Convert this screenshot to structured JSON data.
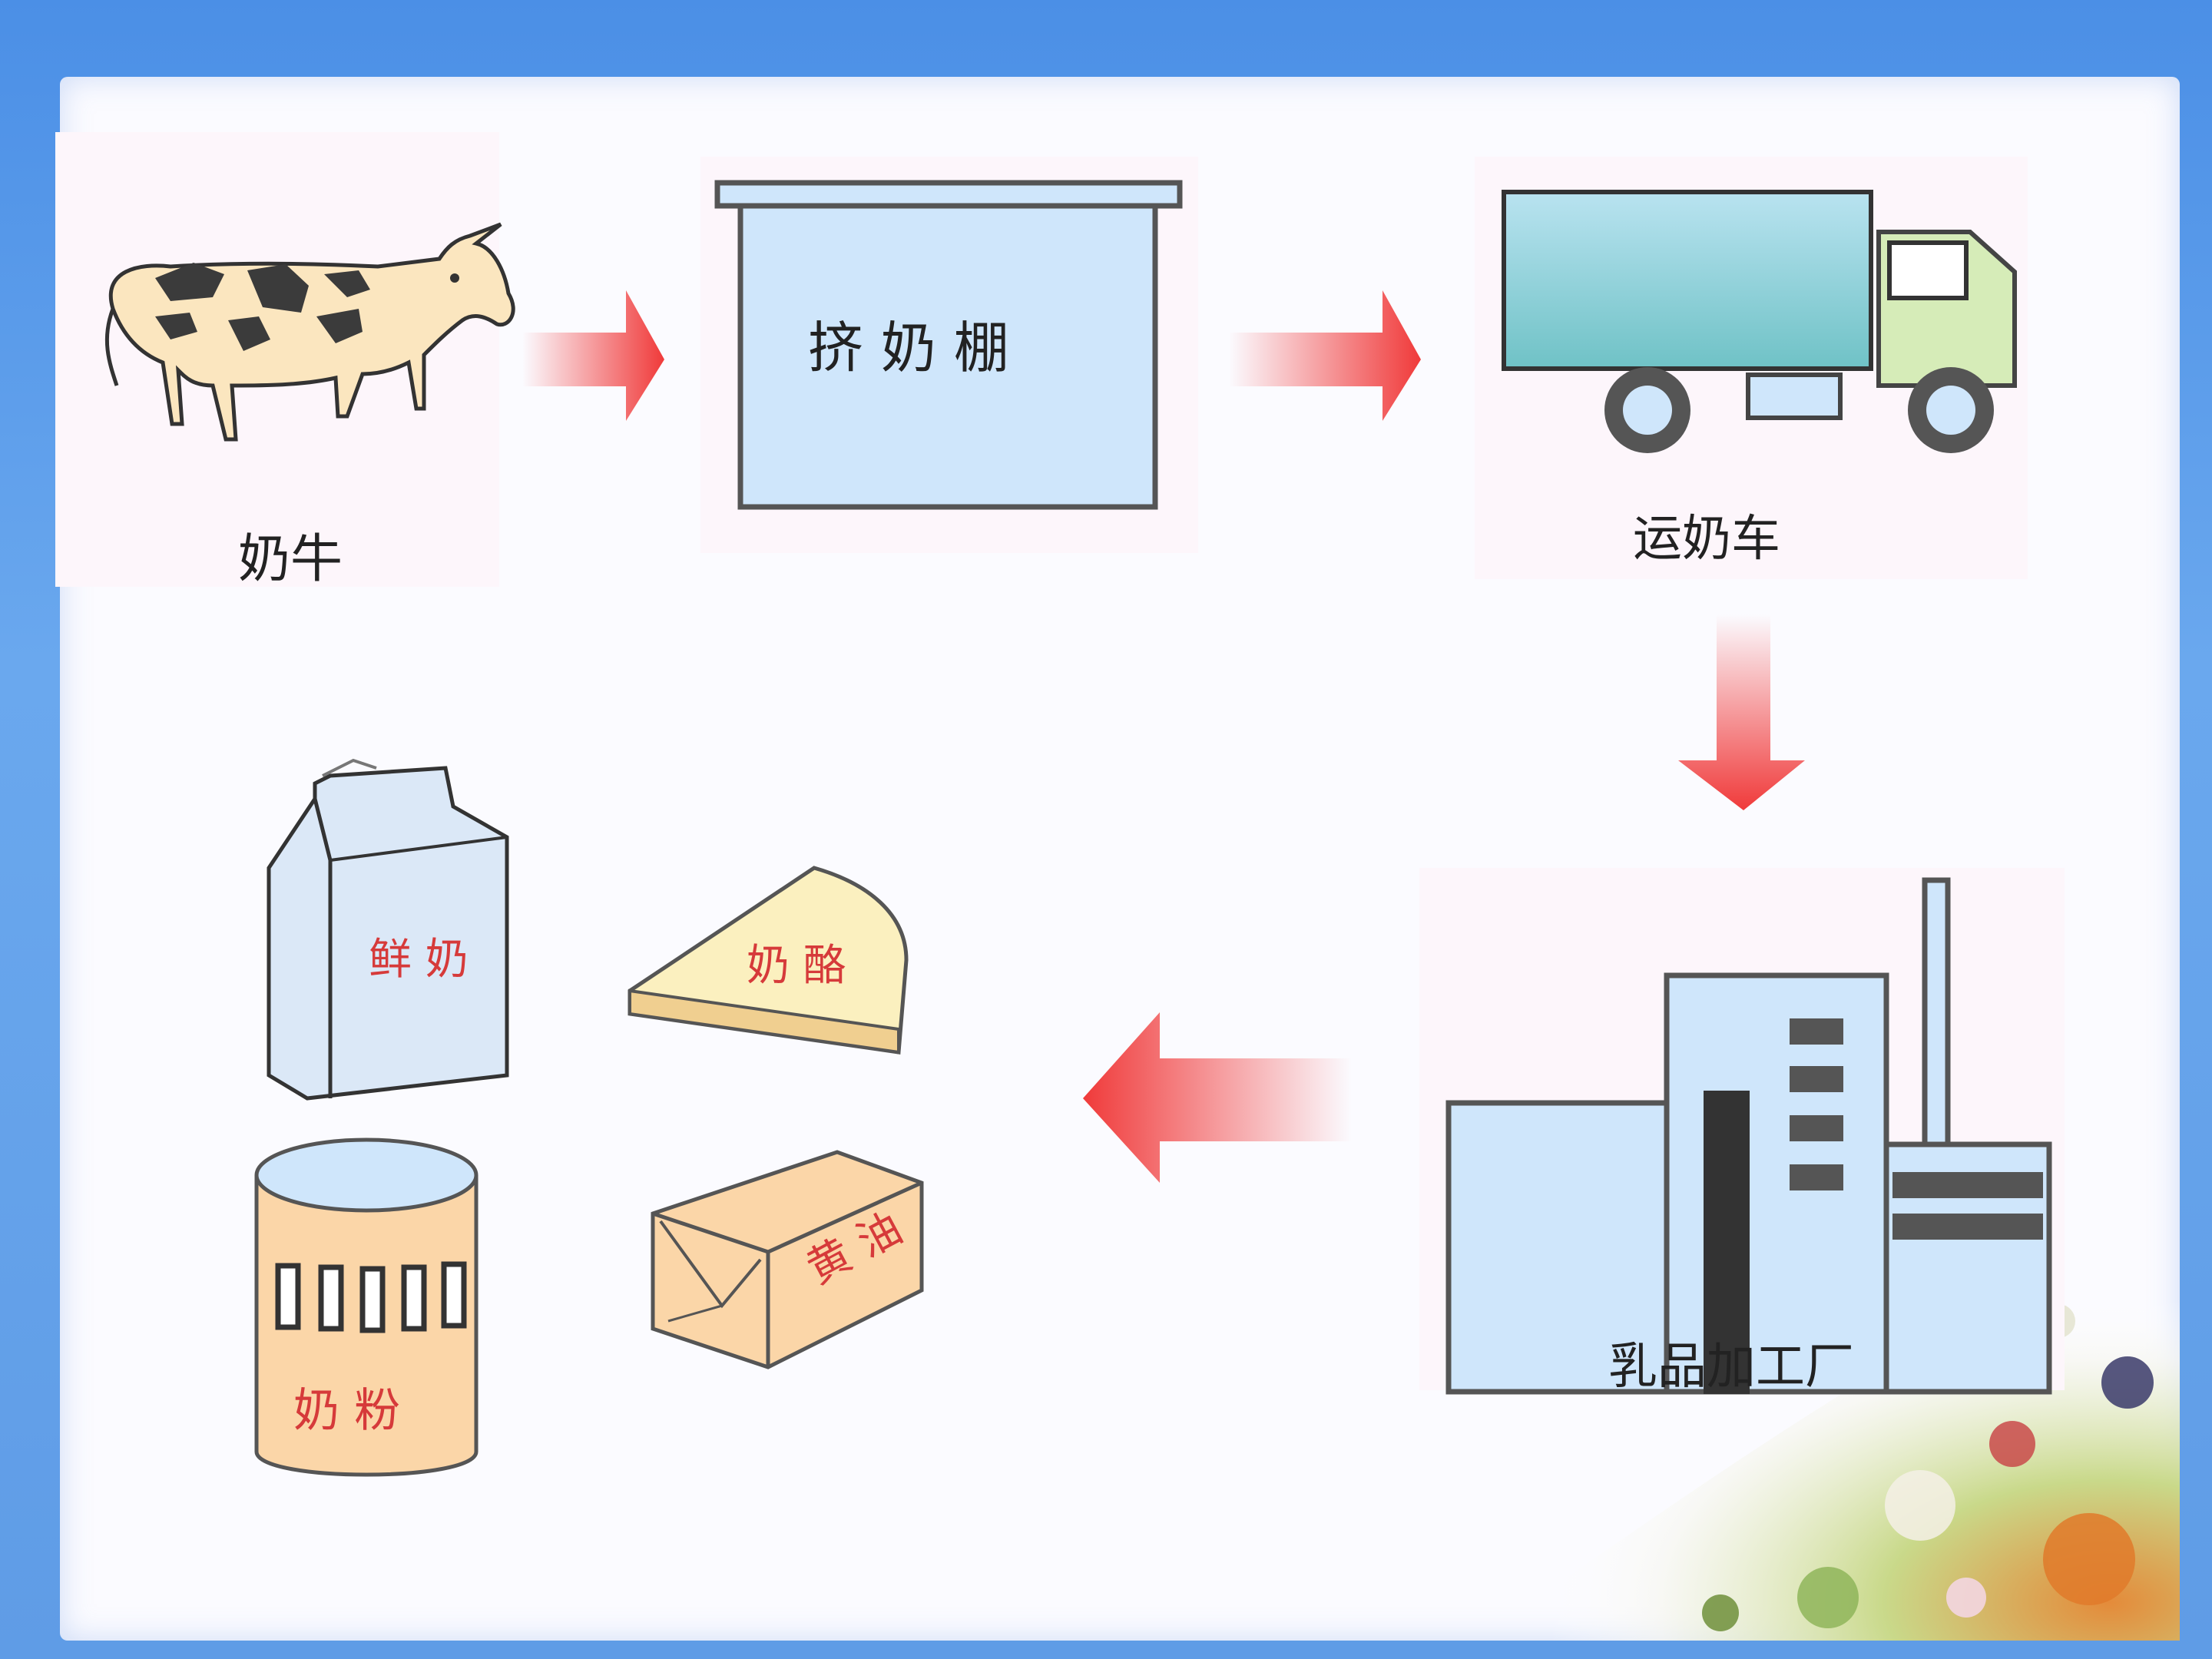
{
  "stages": {
    "cow": {
      "label": "奶牛",
      "icon": "cow-icon"
    },
    "milking_shed": {
      "label": "挤 奶 棚",
      "icon": "milking-shed-icon"
    },
    "milk_truck": {
      "label": "运奶车",
      "icon": "milk-truck-icon"
    },
    "dairy_factory": {
      "label": "乳品加工厂",
      "icon": "factory-icon"
    }
  },
  "products": {
    "fresh_milk": {
      "label": "鲜 奶",
      "icon": "milk-carton-icon"
    },
    "cheese": {
      "label": "奶 酪",
      "icon": "cheese-icon"
    },
    "milk_powder": {
      "label": "奶 粉",
      "icon": "milk-powder-can-icon"
    },
    "butter": {
      "label": "黄 油",
      "icon": "butter-box-icon"
    }
  },
  "colors": {
    "arrow": "#f03a3a",
    "box_fill": "#cfe6fb",
    "outline": "#555555",
    "tile": "#fdf6fb",
    "truck_cab": "#d6ecb8",
    "cheese": "#fbf0bf",
    "butter": "#fbd6a8",
    "can": "#fbd6a8",
    "product_text": "#d63a3a"
  }
}
